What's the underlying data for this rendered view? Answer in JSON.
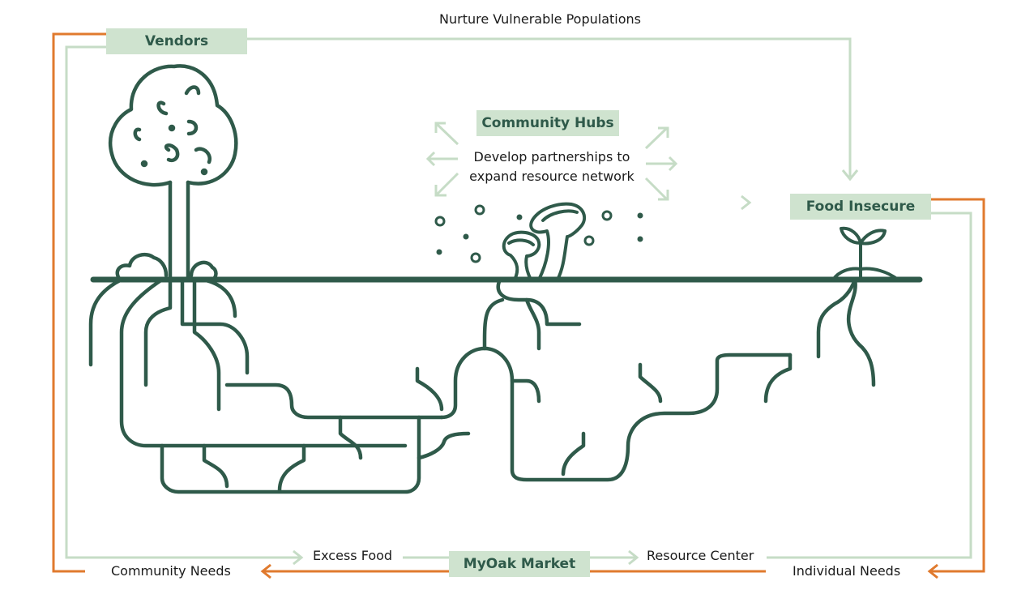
{
  "title": "Nurture Vulnerable Populations",
  "nodes": {
    "vendors": "Vendors",
    "community_hubs": "Community Hubs",
    "food_insecure": "Food Insecure",
    "myoak_market": "MyOak Market"
  },
  "hub_description_line1": "Develop partnerships to",
  "hub_description_line2": "expand resource network",
  "flow_labels": {
    "excess_food": "Excess Food",
    "resource_center": "Resource Center",
    "community_needs": "Community Needs",
    "individual_needs": "Individual Needs"
  },
  "colors": {
    "dark_green": "#2f5a4a",
    "light_green": "#cfe3cf",
    "orange": "#e07a2e"
  }
}
